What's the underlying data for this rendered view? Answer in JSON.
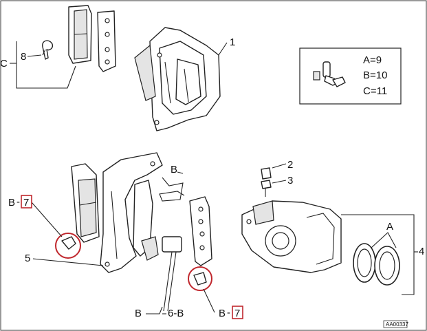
{
  "callouts": {
    "c1": "1",
    "c2": "2",
    "c3": "3",
    "c4": "4",
    "c5": "5",
    "c8": "8",
    "C": "C",
    "A": "A",
    "B_clip": "B",
    "B_left": "B",
    "B_bottom": "B",
    "B_right": "B",
    "n7_left": "7",
    "n7_right": "7",
    "n6B": "6-B"
  },
  "legend": {
    "a": "A=9",
    "b": "B=10",
    "c": "C=11"
  },
  "reference_code": "AA00337",
  "colors": {
    "highlight": "#c0272d",
    "ink": "#222222"
  }
}
